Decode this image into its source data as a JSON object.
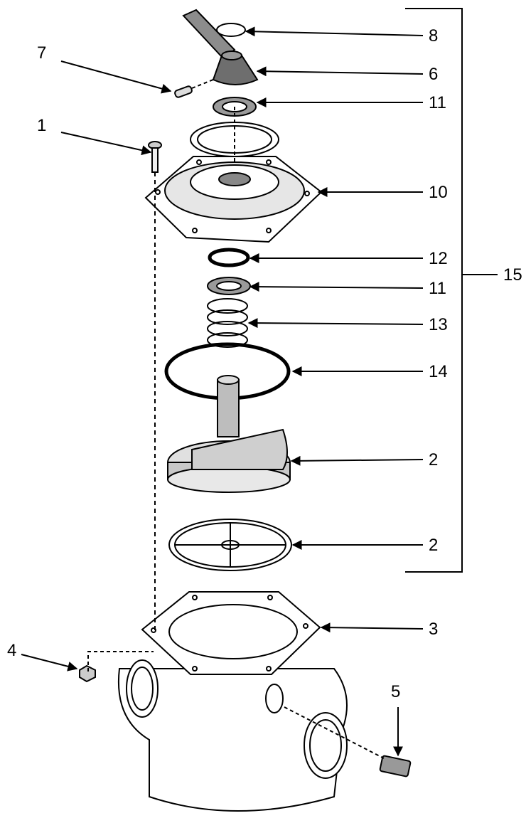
{
  "diagram": {
    "callouts": [
      {
        "id": "c8",
        "label": "8"
      },
      {
        "id": "c7",
        "label": "7"
      },
      {
        "id": "c6",
        "label": "6"
      },
      {
        "id": "c11a",
        "label": "11"
      },
      {
        "id": "c1",
        "label": "1"
      },
      {
        "id": "c10",
        "label": "10"
      },
      {
        "id": "c12",
        "label": "12"
      },
      {
        "id": "c15",
        "label": "15"
      },
      {
        "id": "c11b",
        "label": "11"
      },
      {
        "id": "c13",
        "label": "13"
      },
      {
        "id": "c14",
        "label": "14"
      },
      {
        "id": "c2a",
        "label": "2"
      },
      {
        "id": "c2b",
        "label": "2"
      },
      {
        "id": "c3",
        "label": "3"
      },
      {
        "id": "c4",
        "label": "4"
      },
      {
        "id": "c5",
        "label": "5"
      }
    ]
  },
  "colors": {
    "ink": "#000000",
    "part_fill": "#d9d9d9",
    "part_dark": "#8c8c8c",
    "paper": "#ffffff"
  }
}
